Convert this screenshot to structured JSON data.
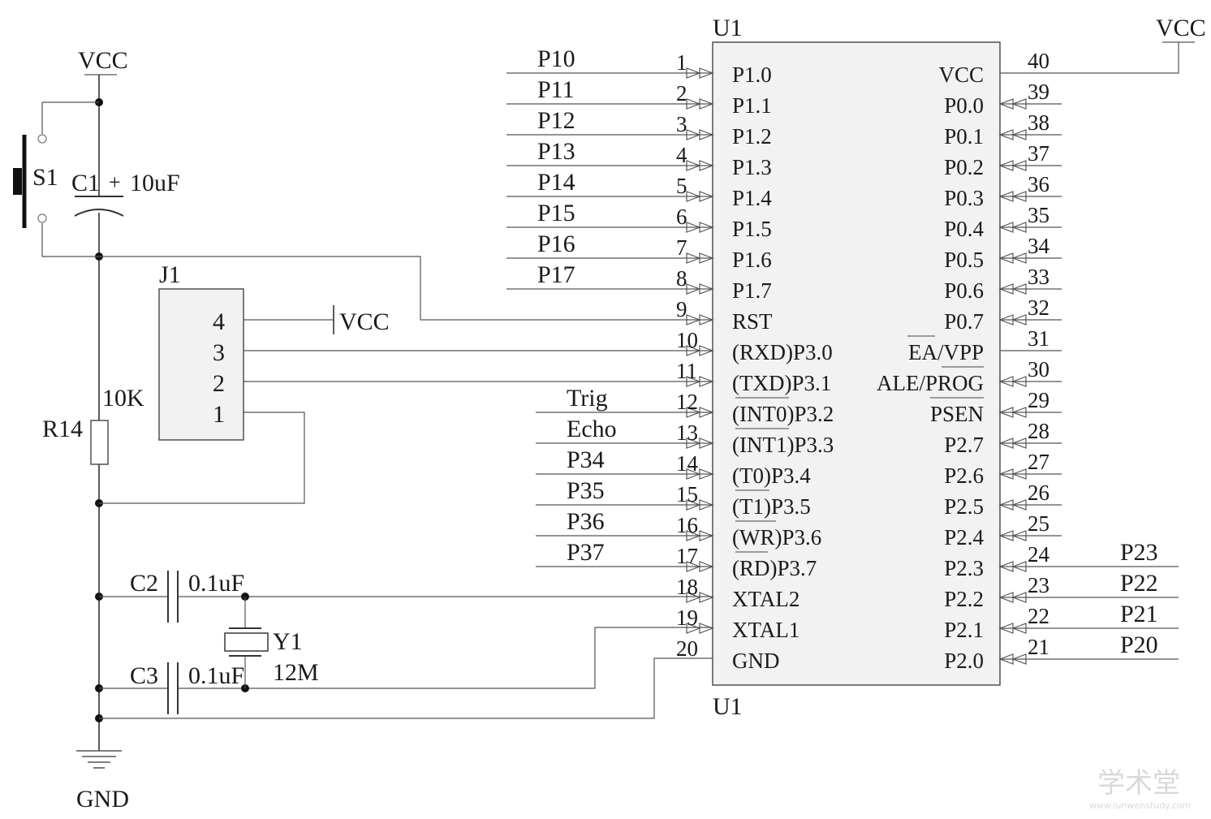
{
  "power": {
    "vcc": "VCC",
    "gnd": "GND"
  },
  "switch": {
    "ref": "S1"
  },
  "c1": {
    "ref": "C1",
    "plus": "+",
    "value": "10uF"
  },
  "r14": {
    "ref": "R14",
    "value": "10K"
  },
  "j1": {
    "ref": "J1",
    "pins": [
      "4",
      "3",
      "2",
      "1"
    ],
    "vcc": "VCC"
  },
  "c2": {
    "ref": "C2",
    "value": "0.1uF"
  },
  "c3": {
    "ref": "C3",
    "value": "0.1uF"
  },
  "y1": {
    "ref": "Y1",
    "value": "12M"
  },
  "u1": {
    "ref_top": "U1",
    "ref_bottom": "U1",
    "left_pins": [
      {
        "num": "1",
        "name": "P1.0",
        "net": "P10"
      },
      {
        "num": "2",
        "name": "P1.1",
        "net": "P11"
      },
      {
        "num": "3",
        "name": "P1.2",
        "net": "P12"
      },
      {
        "num": "4",
        "name": "P1.3",
        "net": "P13"
      },
      {
        "num": "5",
        "name": "P1.4",
        "net": "P14"
      },
      {
        "num": "6",
        "name": "P1.5",
        "net": "P15"
      },
      {
        "num": "7",
        "name": "P1.6",
        "net": "P16"
      },
      {
        "num": "8",
        "name": "P1.7",
        "net": "P17"
      },
      {
        "num": "9",
        "name": "RST",
        "net": ""
      },
      {
        "num": "10",
        "name": "(RXD)P3.0",
        "net": ""
      },
      {
        "num": "11",
        "name": "(TXD)P3.1",
        "net": ""
      },
      {
        "num": "12",
        "name": "(INT0)P3.2",
        "net": "Trig"
      },
      {
        "num": "13",
        "name": "(INT1)P3.3",
        "net": "Echo"
      },
      {
        "num": "14",
        "name": "(T0)P3.4",
        "net": "P34"
      },
      {
        "num": "15",
        "name": "(T1)P3.5",
        "net": "P35"
      },
      {
        "num": "16",
        "name": "(WR)P3.6",
        "net": "P36"
      },
      {
        "num": "17",
        "name": "(RD)P3.7",
        "net": "P37"
      },
      {
        "num": "18",
        "name": "XTAL2",
        "net": ""
      },
      {
        "num": "19",
        "name": "XTAL1",
        "net": ""
      },
      {
        "num": "20",
        "name": "GND",
        "net": ""
      }
    ],
    "right_pins": [
      {
        "num": "40",
        "name": "VCC",
        "net": ""
      },
      {
        "num": "39",
        "name": "P0.0",
        "net": ""
      },
      {
        "num": "38",
        "name": "P0.1",
        "net": ""
      },
      {
        "num": "37",
        "name": "P0.2",
        "net": ""
      },
      {
        "num": "36",
        "name": "P0.3",
        "net": ""
      },
      {
        "num": "35",
        "name": "P0.4",
        "net": ""
      },
      {
        "num": "34",
        "name": "P0.5",
        "net": ""
      },
      {
        "num": "33",
        "name": "P0.6",
        "net": ""
      },
      {
        "num": "32",
        "name": "P0.7",
        "net": ""
      },
      {
        "num": "31",
        "name": "EA/VPP",
        "net": ""
      },
      {
        "num": "30",
        "name": "ALE/PROG",
        "net": ""
      },
      {
        "num": "29",
        "name": "PSEN",
        "net": ""
      },
      {
        "num": "28",
        "name": "P2.7",
        "net": ""
      },
      {
        "num": "27",
        "name": "P2.6",
        "net": ""
      },
      {
        "num": "26",
        "name": "P2.5",
        "net": ""
      },
      {
        "num": "25",
        "name": "P2.4",
        "net": ""
      },
      {
        "num": "24",
        "name": "P2.3",
        "net": "P23"
      },
      {
        "num": "23",
        "name": "P2.2",
        "net": "P22"
      },
      {
        "num": "22",
        "name": "P2.1",
        "net": "P21"
      },
      {
        "num": "21",
        "name": "P2.0",
        "net": "P20"
      }
    ],
    "vcc_label": "VCC"
  },
  "watermark": {
    "text": "学术堂",
    "url": "www.lunwenstudy.com"
  }
}
